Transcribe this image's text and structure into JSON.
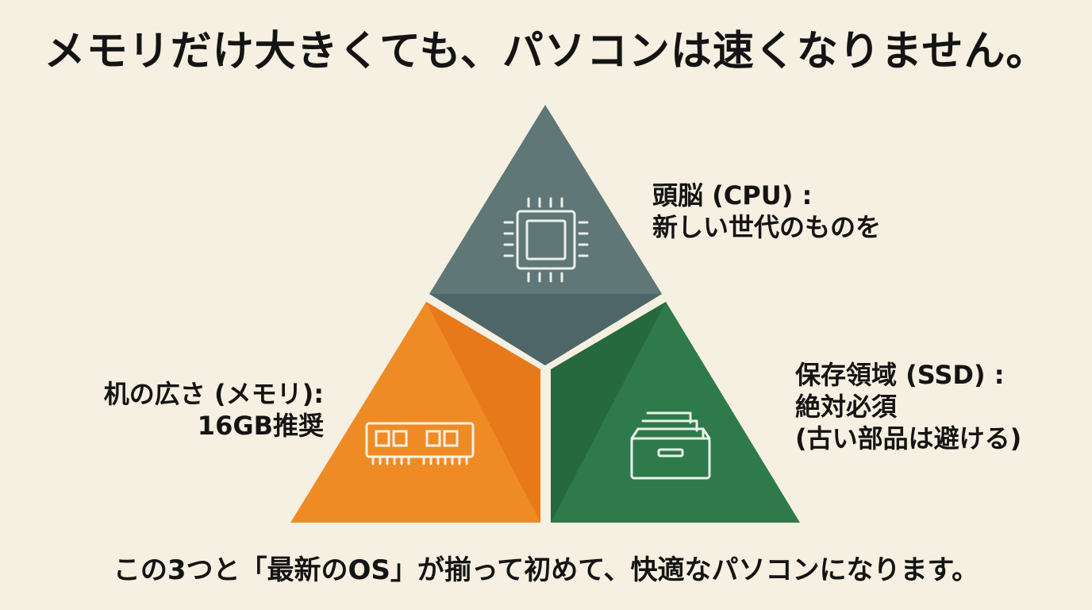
{
  "title": "メモリだけ大きくても、パソコンは速くなりません。",
  "labels": {
    "cpu": {
      "line1": "頭脳 (CPU) :",
      "line2": "新しい世代のものを"
    },
    "memory": {
      "line1": "机の広さ (メモリ):",
      "line2": "16GB推奨"
    },
    "storage": {
      "line1": "保存領域 (SSD) :",
      "line2": "絶対必須",
      "line3": "(古い部品は避ける)"
    }
  },
  "footer": "この3つと「最新のOS」が揃って初めて、快適なパソコンになります。",
  "icons": {
    "cpu": "cpu-chip-icon",
    "memory": "ram-module-icon",
    "storage": "storage-drawer-icon"
  },
  "colors": {
    "background": "#f6f0e2",
    "cpu": "#5f7776",
    "memory": "#ee8a24",
    "storage": "#2f7a4a"
  }
}
